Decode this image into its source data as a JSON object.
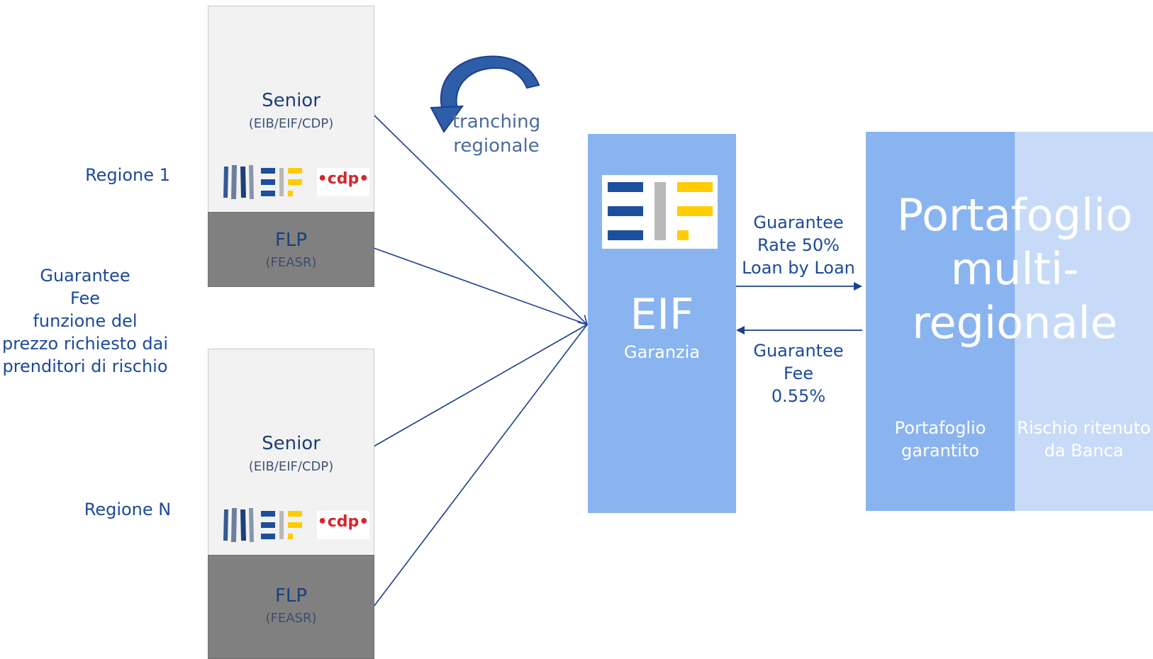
{
  "regions": [
    {
      "label": "Regione 1",
      "senior_title": "Senior",
      "senior_sub": "(EIB/EIF/CDP)",
      "flp_title": "FLP",
      "flp_sub": "(FEASR)"
    },
    {
      "label": "Regione N",
      "senior_title": "Senior",
      "senior_sub": "(EIB/EIF/CDP)",
      "flp_title": "FLP",
      "flp_sub": "(FEASR)"
    }
  ],
  "left_fee_text": "Guarantee\nFee\nfunzione del\nprezzo richiesto dai\nprenditori di rischio",
  "tranching_text": "tranching\nregionale",
  "logos": {
    "eif_mark": "EIF",
    "cdp_mark": "•cdp•"
  },
  "eif": {
    "title": "EIF",
    "subtitle": "Garanzia"
  },
  "flow_to_portfolio": "Guarantee\nRate 50%\nLoan by Loan",
  "flow_to_eif": "Guarantee\nFee\n0.55%",
  "portfolio": {
    "title": "Portafoglio\nmulti-\nregionale",
    "guaranteed": "Portafoglio\ngarantito",
    "retained": "Rischio ritenuto\nda Banca"
  },
  "colors": {
    "eif_blue": "#8ab4f0",
    "light_blue": "#c7dbf8",
    "arrow_navy": "#1b3f8f",
    "eif_logo_blue": "#1c4f9c",
    "eif_logo_yellow": "#ffcc00",
    "cdp_red": "#d7262e"
  }
}
